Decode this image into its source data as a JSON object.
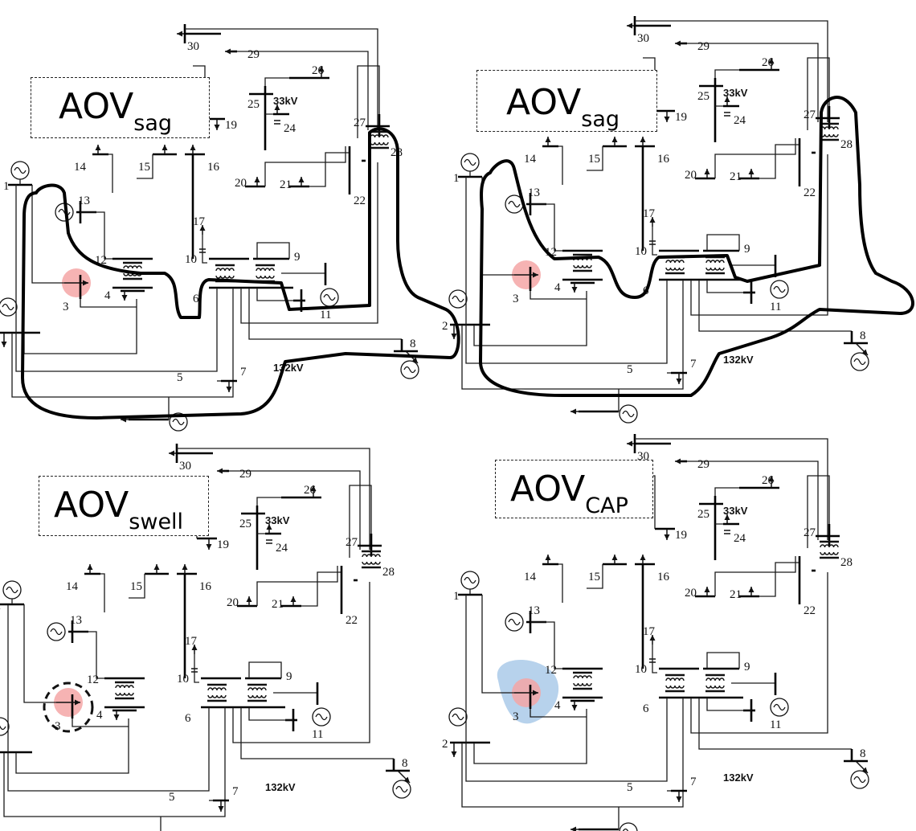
{
  "panels": [
    {
      "title_main": "AOV",
      "title_sub": "sag"
    },
    {
      "title_main": "AOV",
      "title_sub": "sag"
    },
    {
      "title_main": "AOV",
      "title_sub": "swell"
    },
    {
      "title_main": "AOV",
      "title_sub": "CAP"
    }
  ],
  "voltage_labels": {
    "high": "132kV",
    "low": "33kV"
  },
  "bus_labels": [
    "1",
    "2",
    "3",
    "4",
    "5",
    "6",
    "7",
    "8",
    "9",
    "10",
    "11",
    "12",
    "13",
    "14",
    "15",
    "16",
    "17",
    "19",
    "20",
    "21",
    "22",
    "24",
    "25",
    "26",
    "27",
    "28",
    "29",
    "30"
  ],
  "colors": {
    "fault_marker": "#f4a6a6",
    "cap_marker": "#9fc3e6",
    "zone_outline": "#000000",
    "wiring": "#1a1a1a"
  },
  "icons": {
    "generator": "generator-icon",
    "load": "load-arrow-icon",
    "transformer": "transformer-icon",
    "capacitor": "capacitor-icon"
  }
}
